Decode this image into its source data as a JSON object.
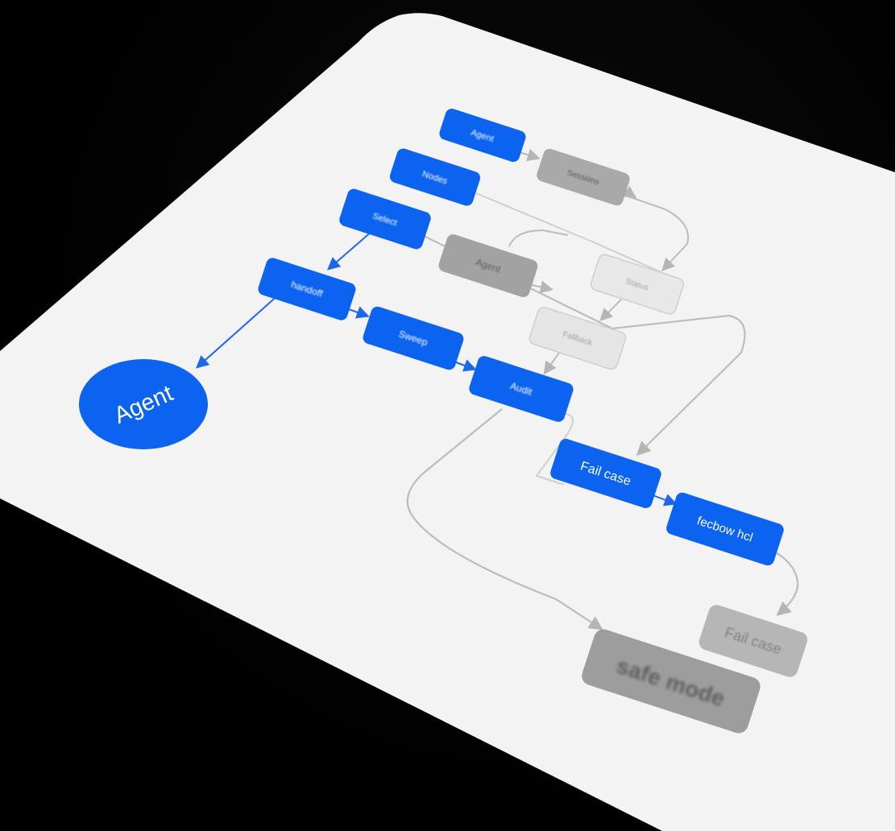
{
  "diagram": {
    "title": "",
    "colors": {
      "background": "#000000",
      "panel": "#f3f3f3",
      "panel_shadow": "#d9d9d9",
      "primary": "#0b63f0",
      "primary_text": "#ffffff",
      "gray_dark": "#9f9f9f",
      "gray_light": "#e5e5e5",
      "connector_gray": "#b5b5b5",
      "connector_blue": "#1d68e8"
    },
    "nodes": {
      "agent_circle": {
        "label": "Agent"
      },
      "blue_top": {
        "label": "Agent"
      },
      "blue_second": {
        "label": "Nodes"
      },
      "blue_third": {
        "label": "Select"
      },
      "handoff": {
        "label": "handoff"
      },
      "sweep": {
        "label": "Sweep"
      },
      "audit": {
        "label": "Audit"
      },
      "gray_top": {
        "label": "Sessions"
      },
      "gray_agent": {
        "label": "Agent"
      },
      "gray_light_one": {
        "label": "Status"
      },
      "gray_light_two": {
        "label": "Fallback"
      },
      "fail_case_blue": {
        "label": "Fail case"
      },
      "fallback_blue": {
        "label": "fecbow hcl"
      },
      "fail_case_gray": {
        "label": "Fail case"
      },
      "safe_mode": {
        "label": "safe mode"
      }
    }
  }
}
